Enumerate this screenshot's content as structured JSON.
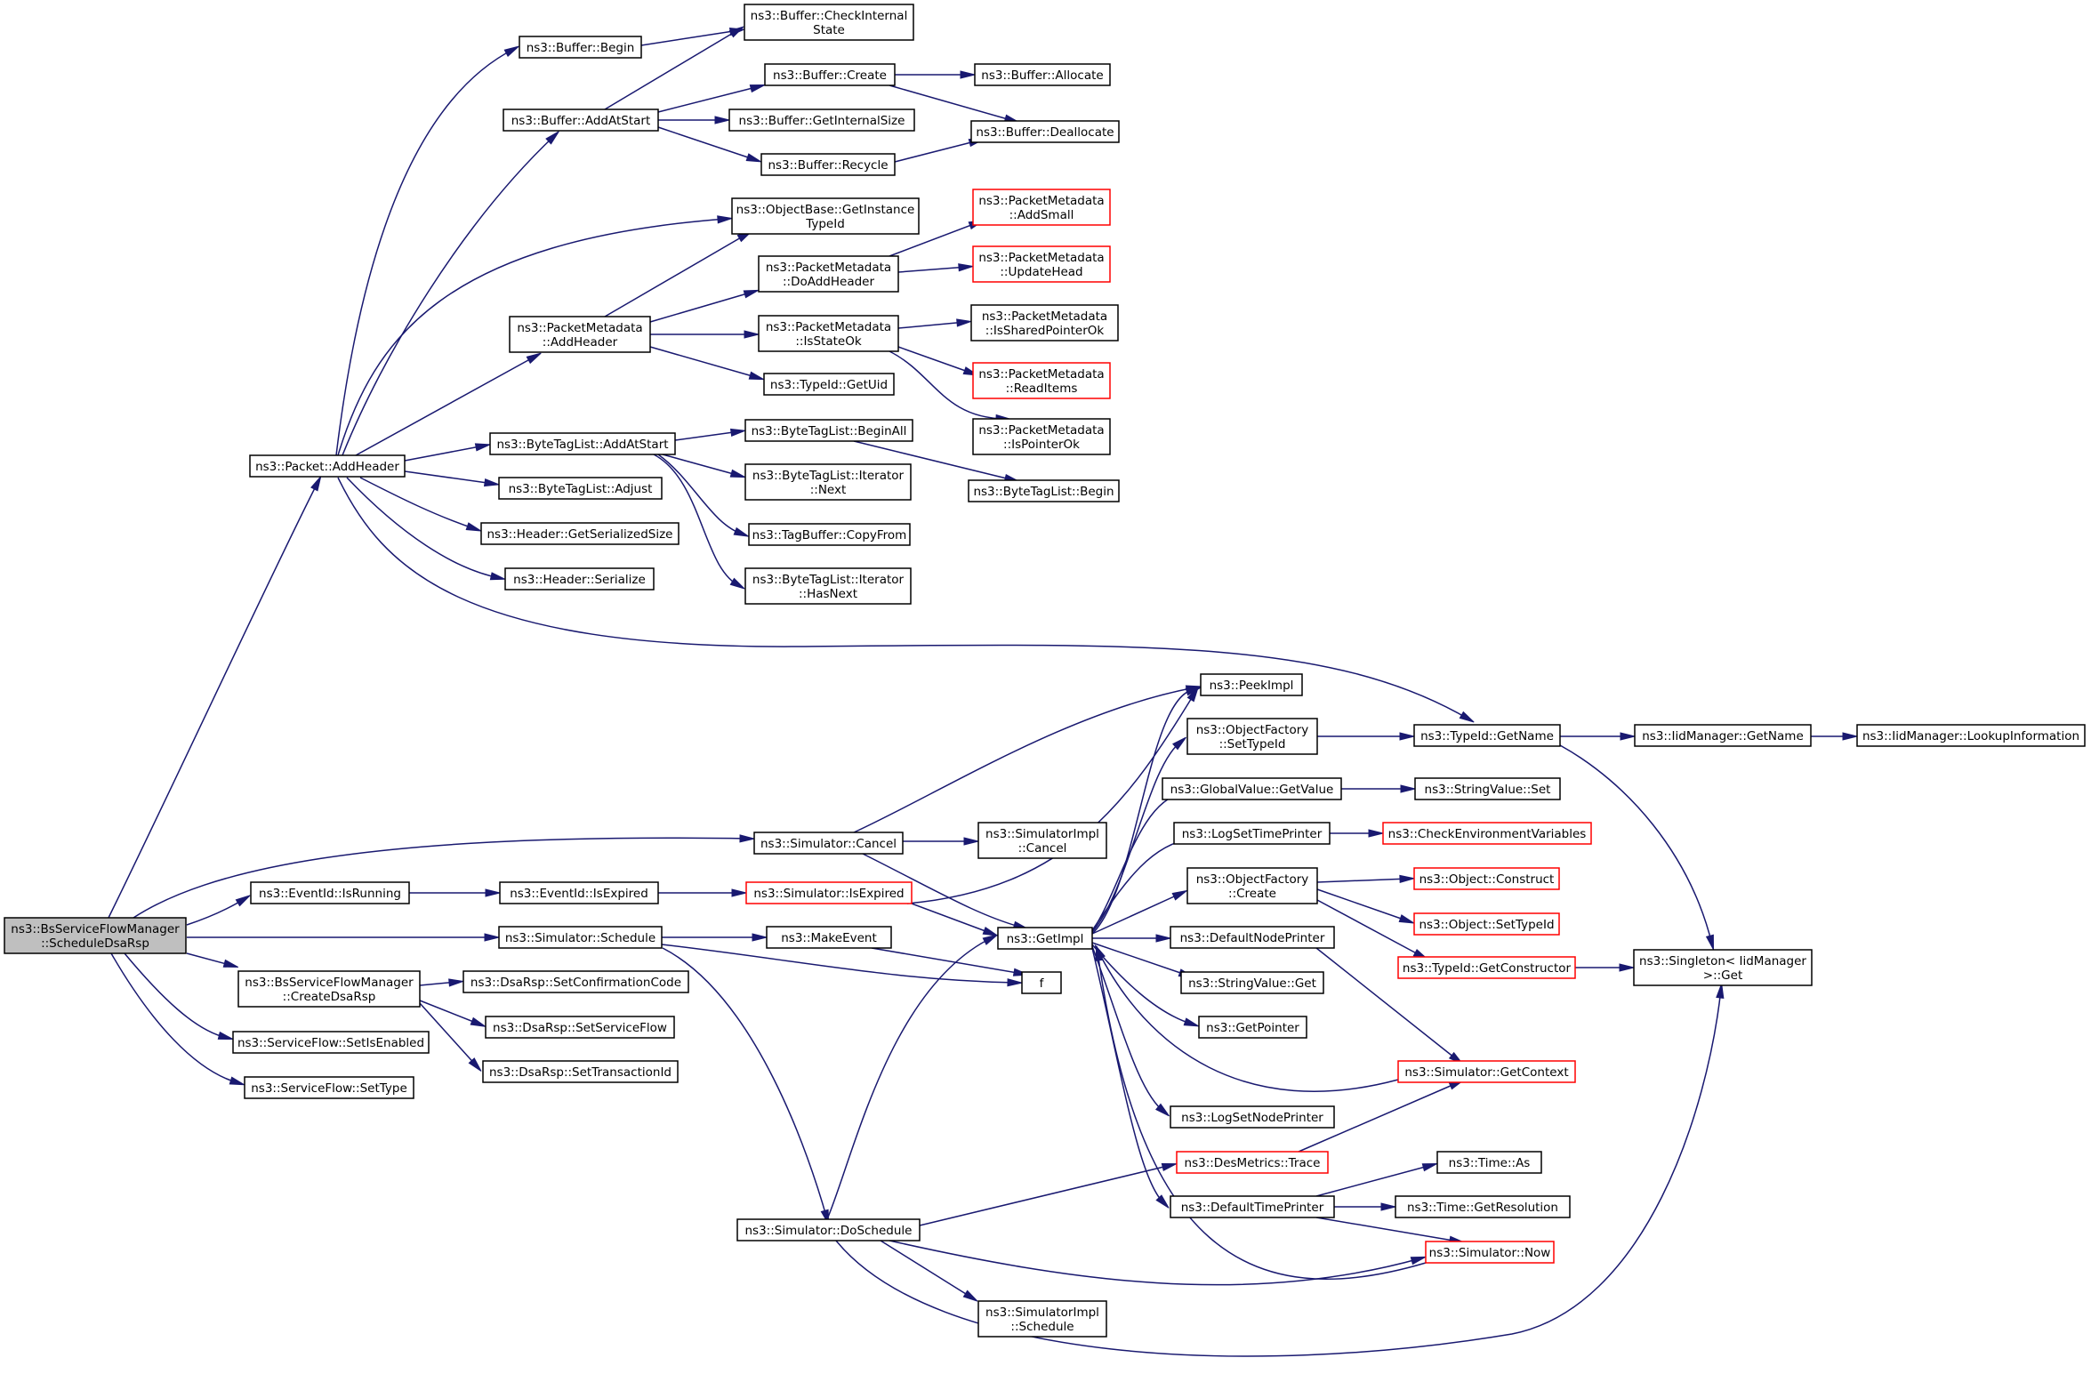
{
  "graph": {
    "title": "Call graph for ns3::BsServiceFlowManager::ScheduleDsaRsp",
    "edge_color": "#191970",
    "node_border_color": "#000000",
    "truncated_node_border_color": "#ff0000",
    "root_fill_color": "#bfbfbf",
    "nodes": [
      {
        "id": "root",
        "lines": [
          "ns3::BsServiceFlowManager",
          "::ScheduleDsaRsp"
        ],
        "root": true
      },
      {
        "id": "pkt_addheader",
        "lines": [
          "ns3::Packet::AddHeader"
        ]
      },
      {
        "id": "buf_begin",
        "lines": [
          "ns3::Buffer::Begin"
        ]
      },
      {
        "id": "buf_addatstart",
        "lines": [
          "ns3::Buffer::AddAtStart"
        ]
      },
      {
        "id": "buf_checkinternal",
        "lines": [
          "ns3::Buffer::CheckInternal",
          "State"
        ]
      },
      {
        "id": "buf_create",
        "lines": [
          "ns3::Buffer::Create"
        ]
      },
      {
        "id": "buf_allocate",
        "lines": [
          "ns3::Buffer::Allocate"
        ]
      },
      {
        "id": "buf_getinternalsize",
        "lines": [
          "ns3::Buffer::GetInternalSize"
        ]
      },
      {
        "id": "buf_deallocate",
        "lines": [
          "ns3::Buffer::Deallocate"
        ]
      },
      {
        "id": "buf_recycle",
        "lines": [
          "ns3::Buffer::Recycle"
        ]
      },
      {
        "id": "objbase_getinst",
        "lines": [
          "ns3::ObjectBase::GetInstance",
          "TypeId"
        ]
      },
      {
        "id": "pm_addheader",
        "lines": [
          "ns3::PacketMetadata",
          "::AddHeader"
        ]
      },
      {
        "id": "pm_doaddheader",
        "lines": [
          "ns3::PacketMetadata",
          "::DoAddHeader"
        ]
      },
      {
        "id": "pm_addsmall",
        "lines": [
          "ns3::PacketMetadata",
          "::AddSmall"
        ],
        "red": true
      },
      {
        "id": "pm_updatehead",
        "lines": [
          "ns3::PacketMetadata",
          "::UpdateHead"
        ],
        "red": true
      },
      {
        "id": "pm_isstateok",
        "lines": [
          "ns3::PacketMetadata",
          "::IsStateOk"
        ]
      },
      {
        "id": "pm_issharedptrok",
        "lines": [
          "ns3::PacketMetadata",
          "::IsSharedPointerOk"
        ]
      },
      {
        "id": "pm_readitems",
        "lines": [
          "ns3::PacketMetadata",
          "::ReadItems"
        ],
        "red": true
      },
      {
        "id": "pm_ispointerok",
        "lines": [
          "ns3::PacketMetadata",
          "::IsPointerOk"
        ]
      },
      {
        "id": "typeid_getuid",
        "lines": [
          "ns3::TypeId::GetUid"
        ]
      },
      {
        "id": "btl_addatstart",
        "lines": [
          "ns3::ByteTagList::AddAtStart"
        ]
      },
      {
        "id": "btl_beginall",
        "lines": [
          "ns3::ByteTagList::BeginAll"
        ]
      },
      {
        "id": "btl_begin",
        "lines": [
          "ns3::ByteTagList::Begin"
        ]
      },
      {
        "id": "btl_iter_next",
        "lines": [
          "ns3::ByteTagList::Iterator",
          "::Next"
        ]
      },
      {
        "id": "tagbuf_copyfrom",
        "lines": [
          "ns3::TagBuffer::CopyFrom"
        ]
      },
      {
        "id": "btl_iter_hasnext",
        "lines": [
          "ns3::ByteTagList::Iterator",
          "::HasNext"
        ]
      },
      {
        "id": "btl_adjust",
        "lines": [
          "ns3::ByteTagList::Adjust"
        ]
      },
      {
        "id": "hdr_getsersize",
        "lines": [
          "ns3::Header::GetSerializedSize"
        ]
      },
      {
        "id": "hdr_serialize",
        "lines": [
          "ns3::Header::Serialize"
        ]
      },
      {
        "id": "peekimpl",
        "lines": [
          "ns3::PeekImpl"
        ]
      },
      {
        "id": "of_settypeid",
        "lines": [
          "ns3::ObjectFactory",
          "::SetTypeId"
        ]
      },
      {
        "id": "typeid_getname",
        "lines": [
          "ns3::TypeId::GetName"
        ]
      },
      {
        "id": "iidmgr_getname",
        "lines": [
          "ns3::IidManager::GetName"
        ]
      },
      {
        "id": "iidmgr_lookup",
        "lines": [
          "ns3::IidManager::LookupInformation"
        ]
      },
      {
        "id": "gv_getvalue",
        "lines": [
          "ns3::GlobalValue::GetValue"
        ]
      },
      {
        "id": "sv_set",
        "lines": [
          "ns3::StringValue::Set"
        ]
      },
      {
        "id": "log_settimeprinter",
        "lines": [
          "ns3::LogSetTimePrinter"
        ]
      },
      {
        "id": "checkenv",
        "lines": [
          "ns3::CheckEnvironmentVariables"
        ],
        "red": true
      },
      {
        "id": "sim_cancel",
        "lines": [
          "ns3::Simulator::Cancel"
        ]
      },
      {
        "id": "simimpl_cancel",
        "lines": [
          "ns3::SimulatorImpl",
          "::Cancel"
        ]
      },
      {
        "id": "of_create",
        "lines": [
          "ns3::ObjectFactory",
          "::Create"
        ]
      },
      {
        "id": "obj_construct",
        "lines": [
          "ns3::Object::Construct"
        ],
        "red": true
      },
      {
        "id": "eventid_isrunning",
        "lines": [
          "ns3::EventId::IsRunning"
        ]
      },
      {
        "id": "eventid_isexpired",
        "lines": [
          "ns3::EventId::IsExpired"
        ]
      },
      {
        "id": "sim_isexpired",
        "lines": [
          "ns3::Simulator::IsExpired"
        ],
        "red": true
      },
      {
        "id": "obj_settypeid",
        "lines": [
          "ns3::Object::SetTypeId"
        ],
        "red": true
      },
      {
        "id": "sim_schedule",
        "lines": [
          "ns3::Simulator::Schedule"
        ]
      },
      {
        "id": "makeevent",
        "lines": [
          "ns3::MakeEvent"
        ]
      },
      {
        "id": "getimpl",
        "lines": [
          "ns3::GetImpl"
        ]
      },
      {
        "id": "defnodeprinter",
        "lines": [
          "ns3::DefaultNodePrinter"
        ]
      },
      {
        "id": "typeid_getctor",
        "lines": [
          "ns3::TypeId::GetConstructor"
        ],
        "red": true
      },
      {
        "id": "singleton_get",
        "lines": [
          "ns3::Singleton< IidManager",
          ">::Get"
        ]
      },
      {
        "id": "f",
        "lines": [
          "f"
        ]
      },
      {
        "id": "bsf_createdsarsp",
        "lines": [
          "ns3::BsServiceFlowManager",
          "::CreateDsaRsp"
        ]
      },
      {
        "id": "dsarsp_setconf",
        "lines": [
          "ns3::DsaRsp::SetConfirmationCode"
        ]
      },
      {
        "id": "sv_get",
        "lines": [
          "ns3::StringValue::Get"
        ]
      },
      {
        "id": "dsarsp_setsf",
        "lines": [
          "ns3::DsaRsp::SetServiceFlow"
        ]
      },
      {
        "id": "getpointer",
        "lines": [
          "ns3::GetPointer"
        ]
      },
      {
        "id": "sf_setisenabled",
        "lines": [
          "ns3::ServiceFlow::SetIsEnabled"
        ]
      },
      {
        "id": "dsarsp_settid",
        "lines": [
          "ns3::DsaRsp::SetTransactionId"
        ]
      },
      {
        "id": "sim_getcontext",
        "lines": [
          "ns3::Simulator::GetContext"
        ],
        "red": true
      },
      {
        "id": "sf_settype",
        "lines": [
          "ns3::ServiceFlow::SetType"
        ]
      },
      {
        "id": "log_setnodeprinter",
        "lines": [
          "ns3::LogSetNodePrinter"
        ]
      },
      {
        "id": "desmetrics_trace",
        "lines": [
          "ns3::DesMetrics::Trace"
        ],
        "red": true
      },
      {
        "id": "time_as",
        "lines": [
          "ns3::Time::As"
        ]
      },
      {
        "id": "sim_doschedule",
        "lines": [
          "ns3::Simulator::DoSchedule"
        ]
      },
      {
        "id": "deftimeprinter",
        "lines": [
          "ns3::DefaultTimePrinter"
        ]
      },
      {
        "id": "time_getres",
        "lines": [
          "ns3::Time::GetResolution"
        ]
      },
      {
        "id": "sim_now",
        "lines": [
          "ns3::Simulator::Now"
        ],
        "red": true
      },
      {
        "id": "simimpl_schedule",
        "lines": [
          "ns3::SimulatorImpl",
          "::Schedule"
        ]
      }
    ]
  }
}
